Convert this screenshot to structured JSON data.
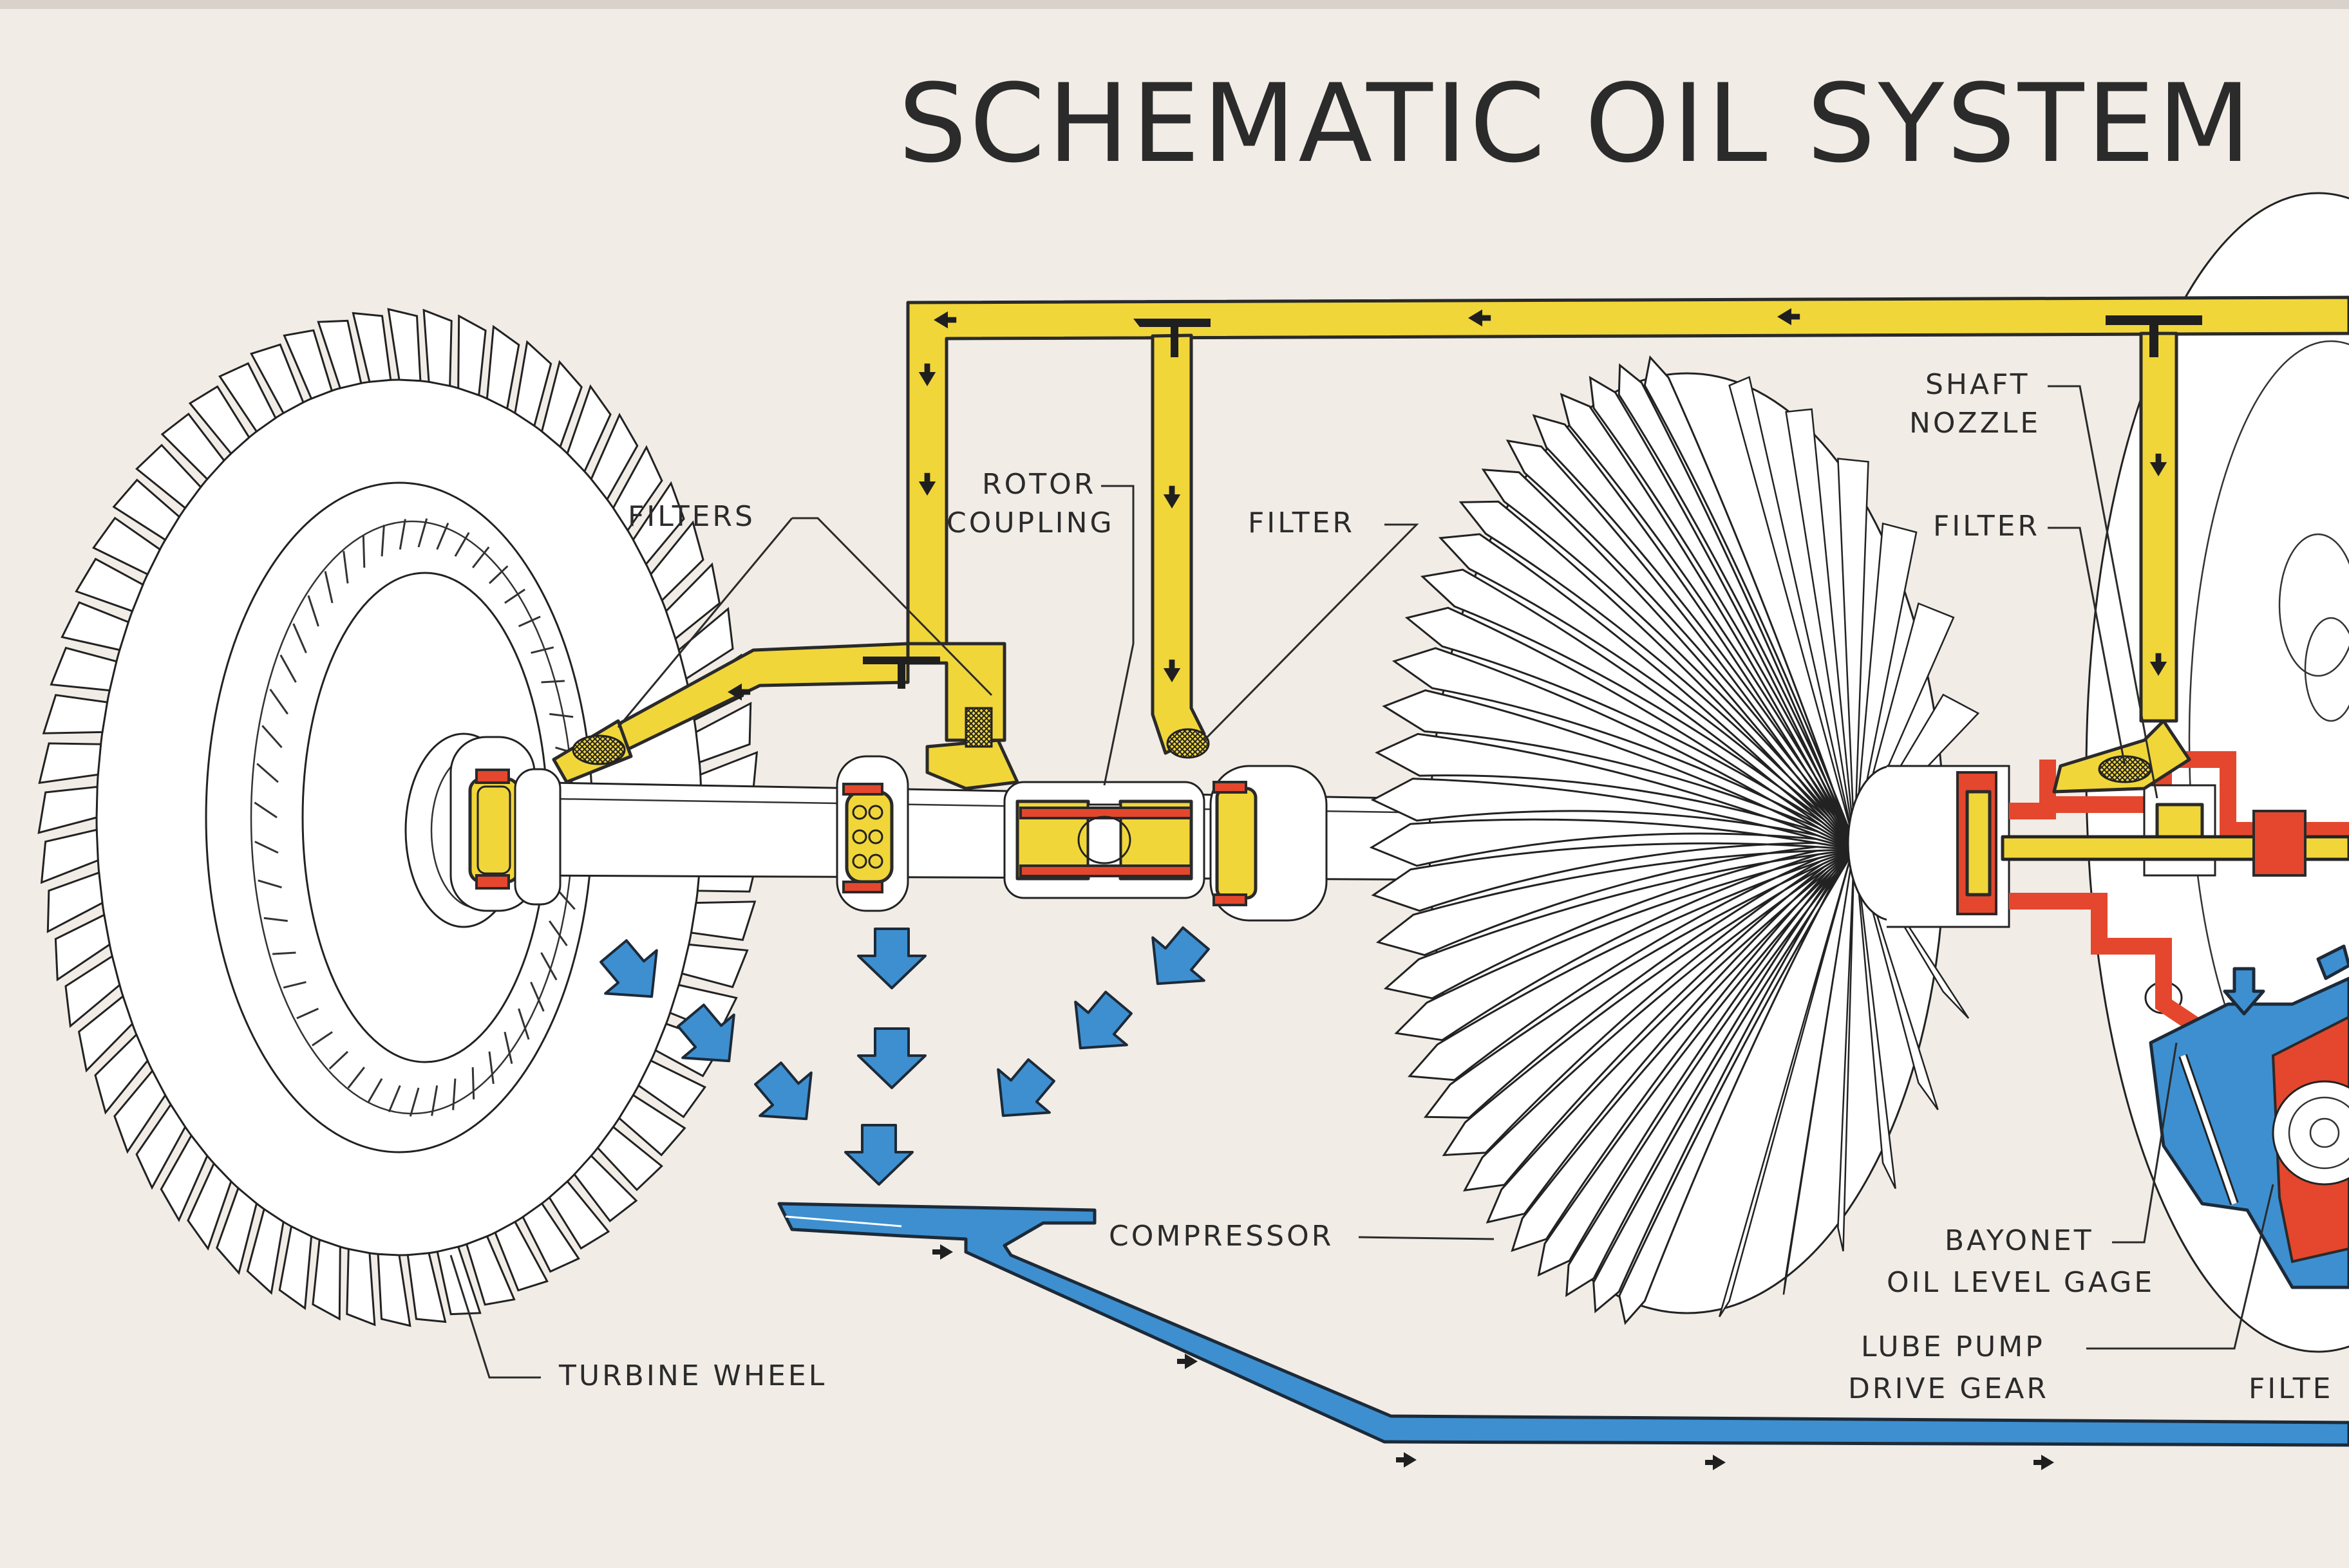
{
  "title": "SCHEMATIC OIL SYSTEM",
  "labels": {
    "filters": "FILTERS",
    "rotor_coupling_line1": "ROTOR",
    "rotor_coupling_line2": "COUPLING",
    "filter_mid": "FILTER",
    "shaft_nozzle_line1": "SHAFT",
    "shaft_nozzle_line2": "NOZZLE",
    "filter_right": "FILTER",
    "compressor": "COMPRESSOR",
    "turbine_wheel": "TURBINE WHEEL",
    "bayonet_line1": "BAYONET",
    "bayonet_line2": "OIL LEVEL GAGE",
    "lube_pump_line1": "LUBE PUMP",
    "lube_pump_line2": "DRIVE GEAR",
    "filter_cut": "FILTE"
  },
  "colors": {
    "background": "#f1ece6",
    "supply_oil": "#f1d63a",
    "return_oil": "#3d8fd0",
    "pressure_oil": "#e4472d",
    "ink": "#2b2b2b"
  }
}
